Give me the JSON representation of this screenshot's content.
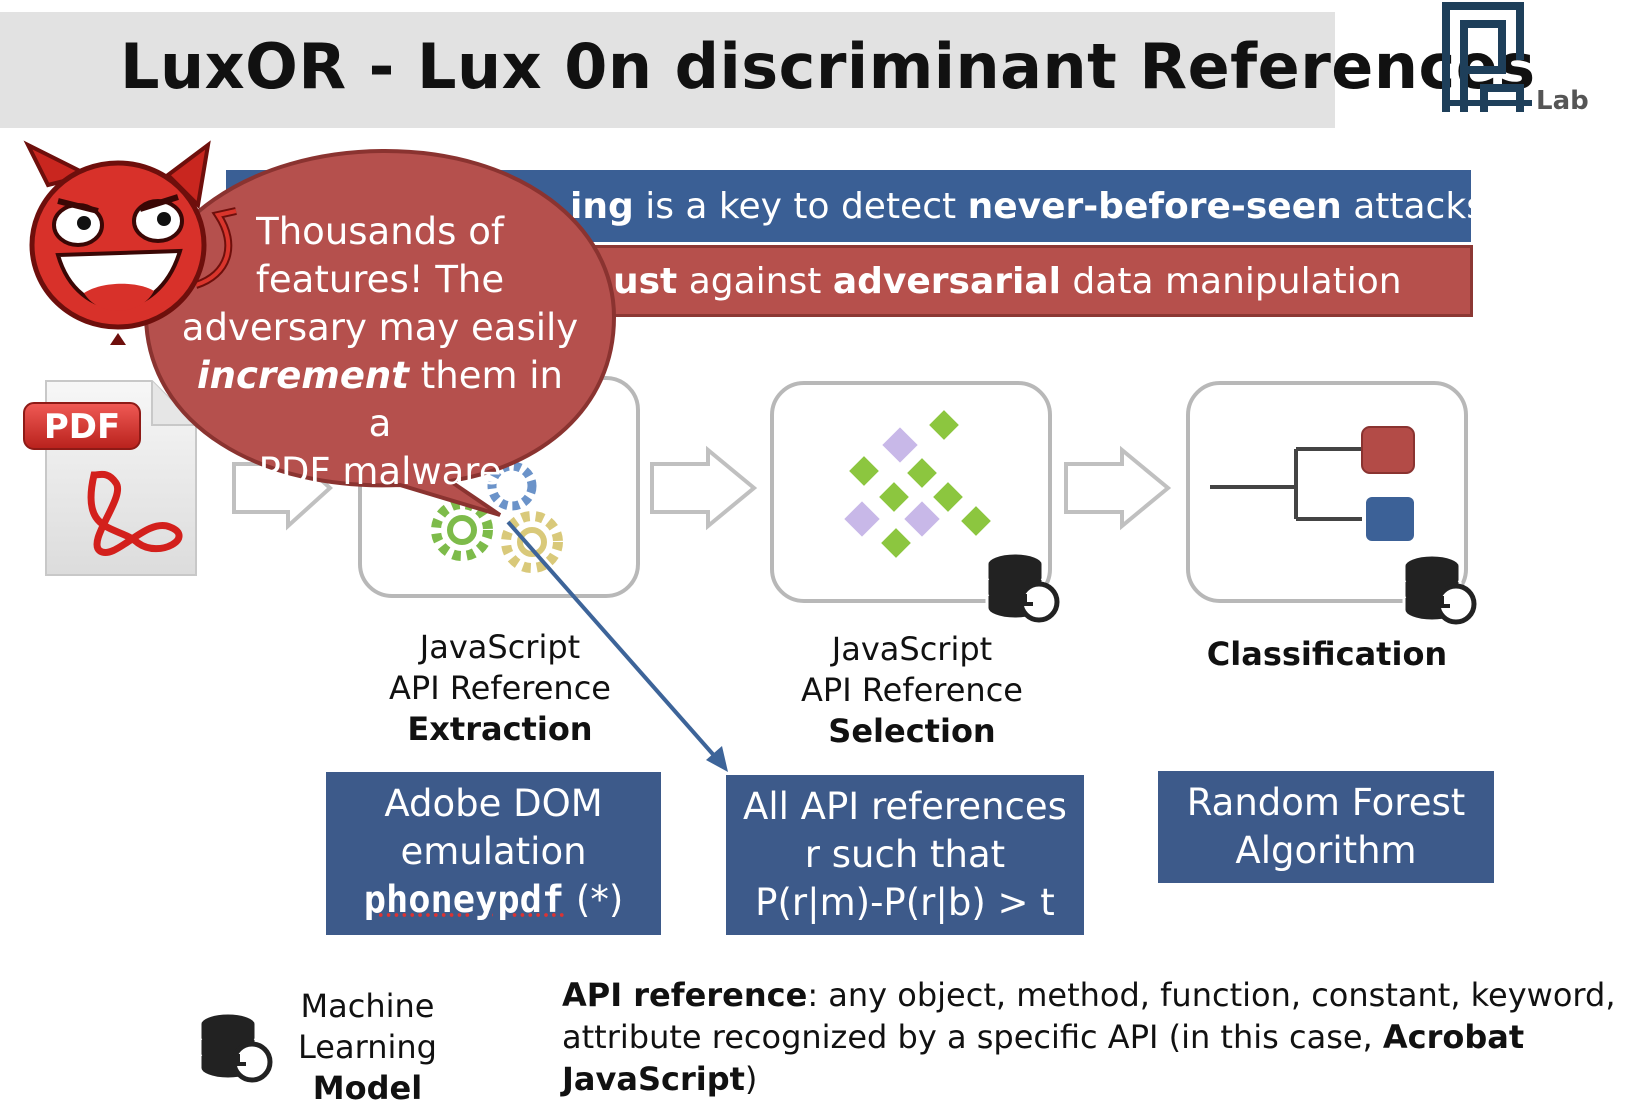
{
  "slide": {
    "title": "LuxOR - Lux 0n discriminant References",
    "logo_text": "Lab"
  },
  "banners": {
    "blue": {
      "part1": "ing",
      "part2": " is a key to detect ",
      "part3": "never-before-seen",
      "part4": " attacks"
    },
    "red": {
      "part1": "ust",
      "part2": " against ",
      "part3": "adversarial",
      "part4": " data manipulation"
    }
  },
  "bubble": {
    "line1": "Thousands of",
    "line2": "features! The",
    "line3": "adversary may easily",
    "line4_em": "increment",
    "line4_rest": " them in a",
    "line5": "PDF malware"
  },
  "pdf_icon": {
    "label": "PDF"
  },
  "steps": [
    {
      "line1": "JavaScript",
      "line2": "API Reference",
      "line3": "Extraction"
    },
    {
      "line1": "JavaScript",
      "line2": "API Reference",
      "line3": "Selection"
    },
    {
      "line1": "Classification"
    }
  ],
  "notes": {
    "extract": {
      "line1": "Adobe DOM",
      "line2": "emulation",
      "line3_code": "phoneypdf",
      "line3_rest": " (*)"
    },
    "select": {
      "line1": "All API references",
      "line2": "r such that",
      "line3": "P(r|m)-P(r|b) > t"
    },
    "class": {
      "line1": "Random Forest",
      "line2": "Algorithm"
    }
  },
  "legend": {
    "line1": "Machine",
    "line2": "Learning",
    "line3": "Model"
  },
  "definition": {
    "term": "API reference",
    "text1": ": any object, method, function, constant, keyword,",
    "text2": "attribute recognized by a specific API (in this case, ",
    "term2": "Acrobat",
    "term3": "JavaScript",
    "text3": ")"
  },
  "colors": {
    "blue_banner": "#3a5f95",
    "red_banner": "#b6504c",
    "note_blue": "#3d5a8a",
    "bubble_red": "#b5504d",
    "leaf_red": "#b34b47",
    "leaf_blue": "#3c6197",
    "diamond_green": "#8cc63f",
    "diamond_purple": "#c8b8e8"
  }
}
